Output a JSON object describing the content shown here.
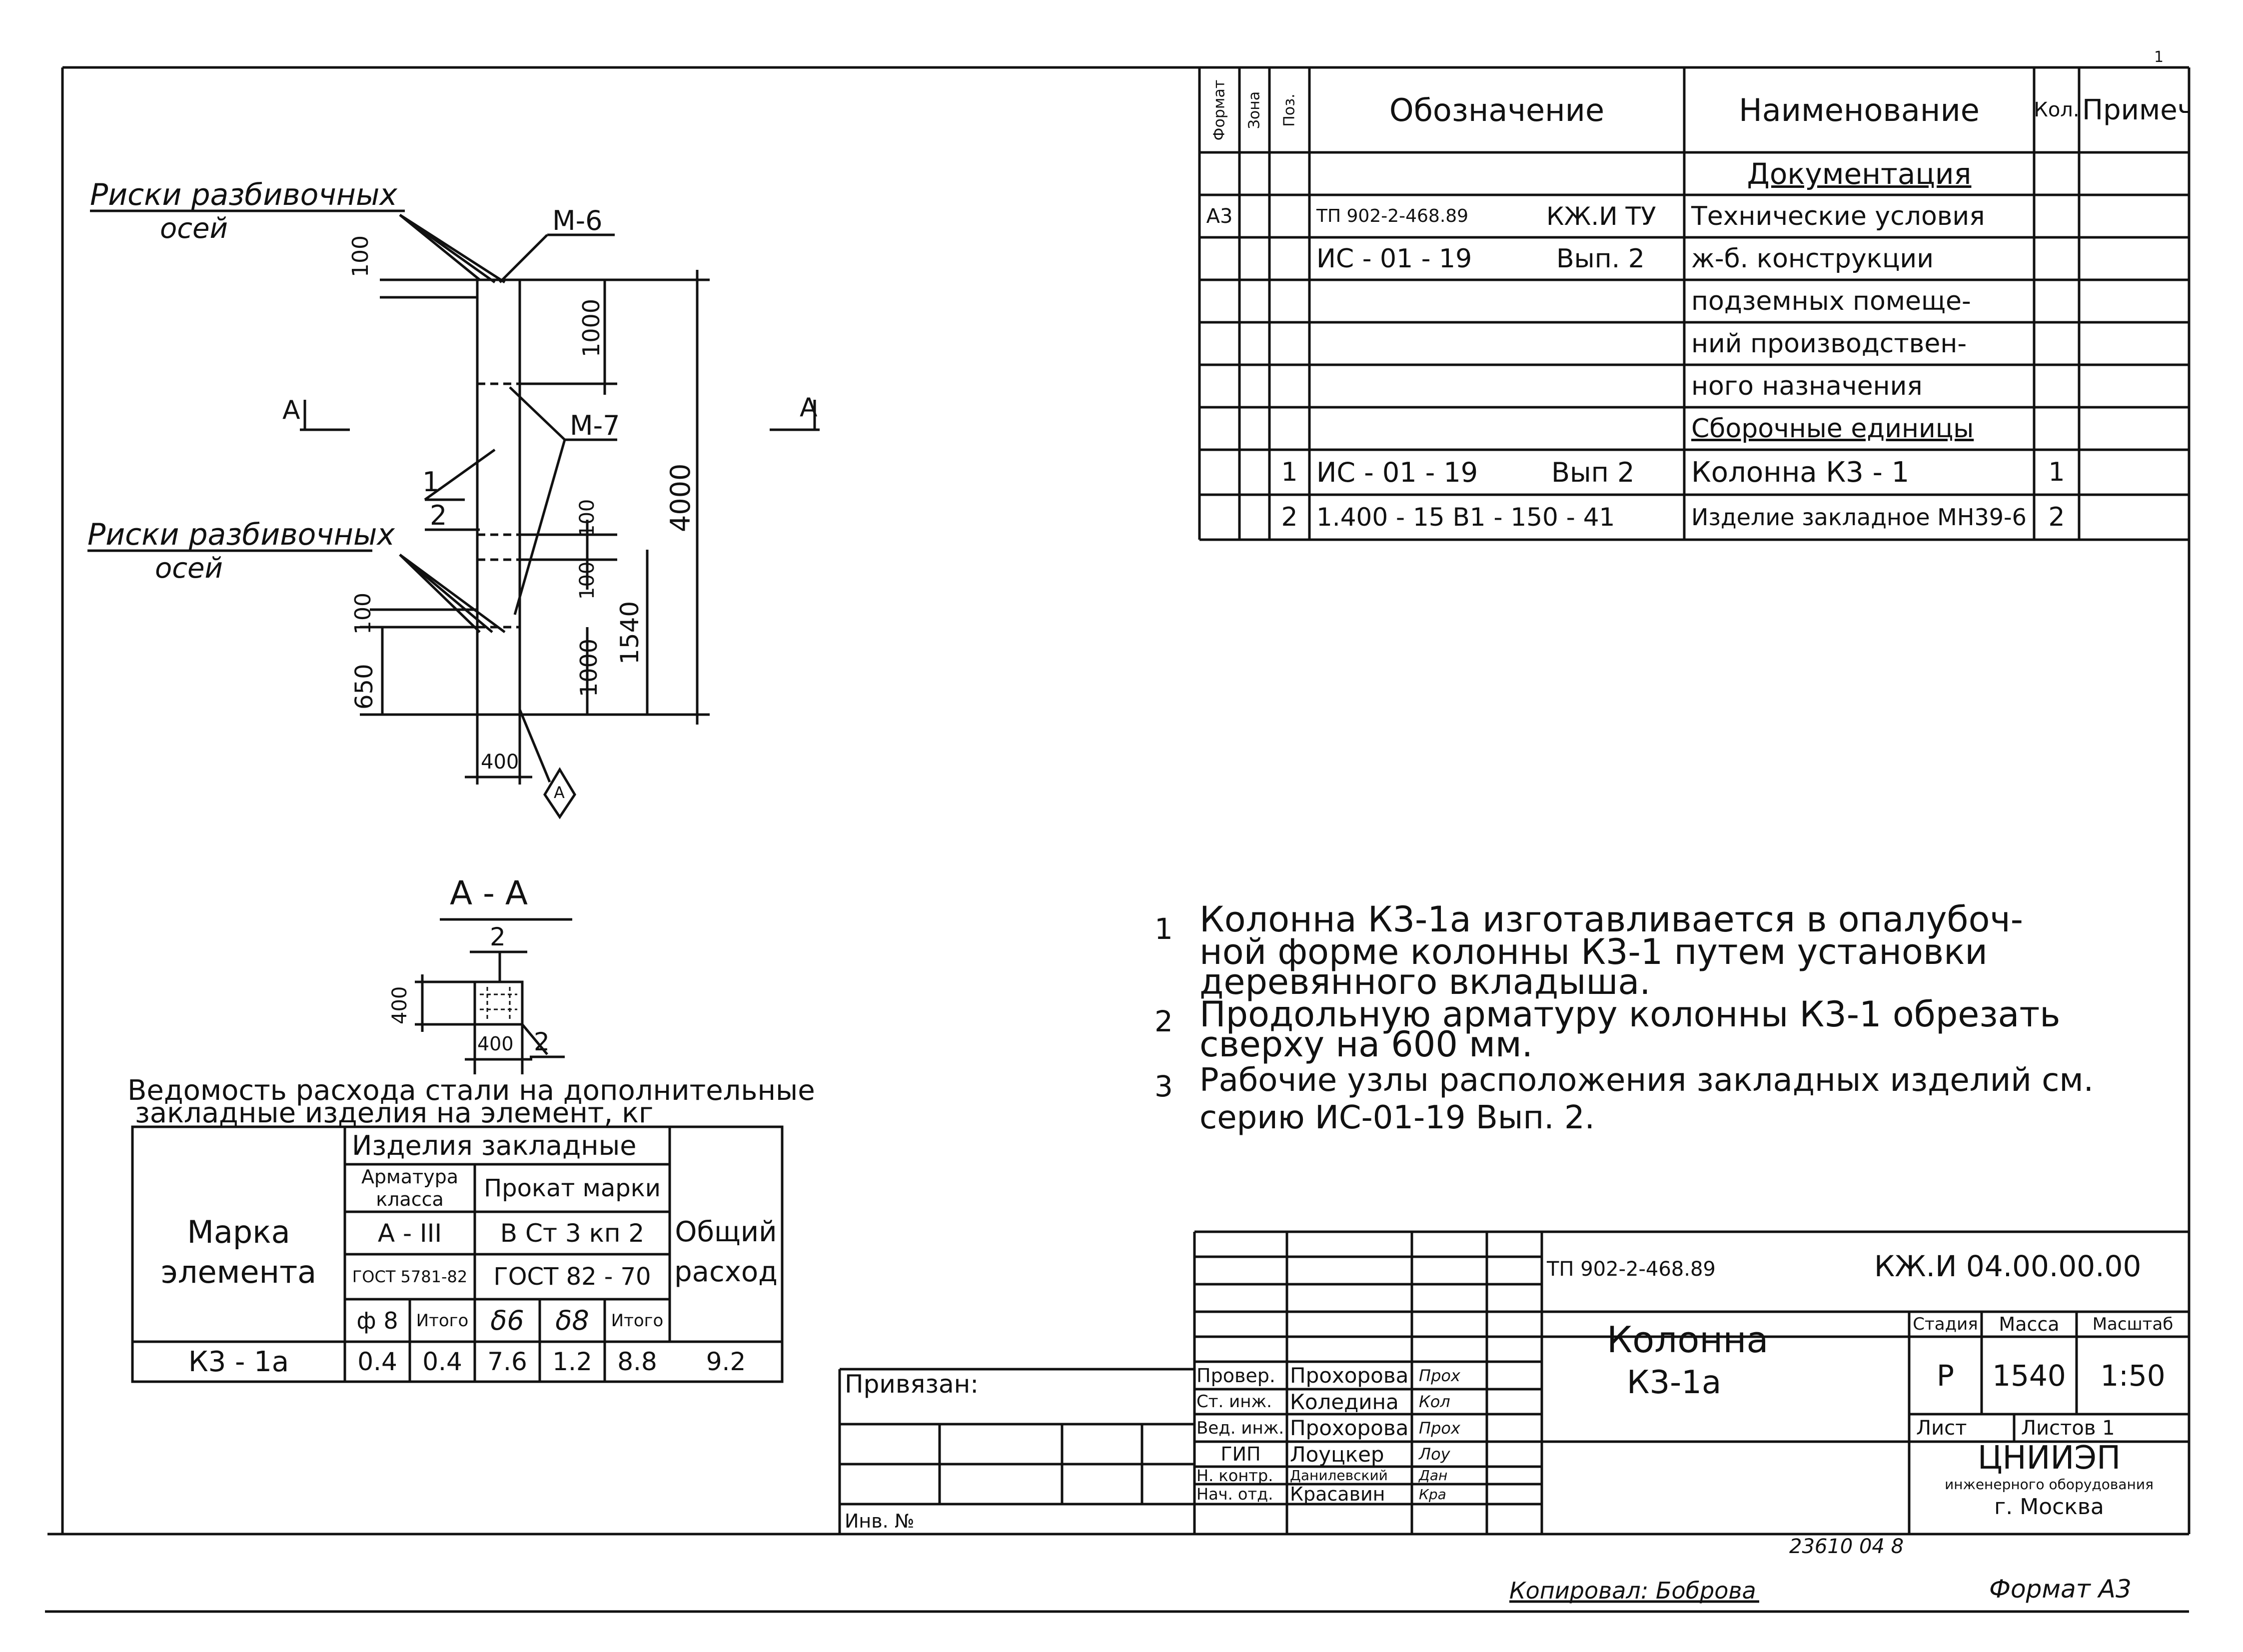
{
  "sheet_number_top": "1",
  "spec_table": {
    "headers": {
      "format": "Формат",
      "zone": "Зона",
      "pos": "Поз.",
      "designation": "Обозначение",
      "name": "Наименование",
      "qty": "Кол.",
      "note": "Примеч"
    },
    "rows": [
      {
        "format": "",
        "pos": "",
        "designation": "",
        "designation2": "",
        "name": "Документация",
        "qty": ""
      },
      {
        "format": "А3",
        "pos": "",
        "designation": "ТП 902-2-468.89",
        "designation2": "КЖ.И ТУ",
        "name": "Технические условия",
        "qty": ""
      },
      {
        "format": "",
        "pos": "",
        "designation": "ИС - 01 - 19",
        "designation2": "Вып. 2",
        "name": "ж-б. конструкции",
        "qty": ""
      },
      {
        "format": "",
        "pos": "",
        "designation": "",
        "designation2": "",
        "name": "подземных помеще-",
        "qty": ""
      },
      {
        "format": "",
        "pos": "",
        "designation": "",
        "designation2": "",
        "name": "ний производствен-",
        "qty": ""
      },
      {
        "format": "",
        "pos": "",
        "designation": "",
        "designation2": "",
        "name": "ного назначения",
        "qty": ""
      },
      {
        "format": "",
        "pos": "",
        "designation": "",
        "designation2": "",
        "name": "Сборочные единицы",
        "qty": ""
      },
      {
        "format": "",
        "pos": "1",
        "designation": "ИС - 01 - 19",
        "designation2": "Вып 2",
        "name": "Колонна   К3 - 1",
        "qty": "1"
      },
      {
        "format": "",
        "pos": "2",
        "designation": "1.400 - 15  В1 - 150 - 41",
        "designation2": "",
        "name": "Изделие закладное МН39-6",
        "qty": "2"
      }
    ]
  },
  "drawing": {
    "label_axes_top": "Риски разбивочных",
    "label_axes_top_2": "осей",
    "label_axes_mid": "Риски разбивочных",
    "label_axes_mid_2": "осей",
    "mark_m6": "М-6",
    "mark_m7": "М-7",
    "pos1": "1",
    "pos2": "2",
    "section_a_left": "А",
    "section_a_right": "А",
    "dim_100_top": "100",
    "dim_1000_top": "1000",
    "dim_4000": "4000",
    "dim_100_mid": "100",
    "dim_100_mid2": "100",
    "dim_1000_bot": "1000",
    "dim_1540": "1540",
    "dim_100_left": "100",
    "dim_650": "650",
    "dim_400_bottom": "400",
    "callout_a": "А",
    "section_title": "А - А",
    "section_pos": "2",
    "section_dim_400_v": "400",
    "section_dim_400_h": "400",
    "section_pos_right": "2"
  },
  "notes": [
    {
      "num": "1",
      "text": "Колонна К3-1а изготавливается в опалубоч-",
      "text2": "ной форме колонны  К3-1 путем установки",
      "text3": "деревянного вкладыша."
    },
    {
      "num": "2",
      "text": "Продольную арматуру колонны К3-1 обрезать",
      "text2": "сверху на 600 мм.",
      "text3": ""
    },
    {
      "num": "3",
      "text": "Рабочие узлы расположения закладных изделий см.",
      "text2": "серию ИС-01-19  Вып. 2.",
      "text3": ""
    }
  ],
  "steel_table": {
    "title": "Ведомость расхода стали на дополнительные",
    "title2": "закладные изделия на элемент, кг",
    "mark_header": "Марка",
    "mark_header2": "элемента",
    "embedded_header": "Изделия закладные",
    "rebar_class": "Арматура",
    "rebar_class2": "класса",
    "rolled_mark": "Прокат марки",
    "rebar_grade": "А - III",
    "rolled_grade": "В Ст 3 кп 2",
    "rebar_gost": "ГОСТ 5781-82",
    "rolled_gost": "ГОСТ 82 - 70",
    "col_d8": "ф 8",
    "col_total1": "Итого",
    "col_s6": "δ6",
    "col_s8": "δ8",
    "col_total2": "Итого",
    "total_header": "Общий",
    "total_header2": "расход",
    "row": {
      "mark": "К3 - 1а",
      "d8": "0.4",
      "total1": "0.4",
      "s6": "7.6",
      "s8": "1.2",
      "total2": "8.8",
      "total": "9.2"
    }
  },
  "title_block": {
    "binding": "Привязан:",
    "inv_no": "Инв. №",
    "doc_code": "ТП 902-2-468.89",
    "sheet_code": "КЖ.И 04.00.00.00",
    "object_name": "Колонна",
    "object_name2": "К3-1а",
    "stage_h": "Стадия",
    "mass_h": "Масса",
    "scale_h": "Масштаб",
    "stage": "Р",
    "mass": "1540",
    "scale": "1:50",
    "sheet_h": "Лист",
    "sheets_h": "Листов 1",
    "org": "ЦНИИЭП",
    "org2": "инженерного оборудования",
    "org3": "г. Москва",
    "roles": [
      {
        "role": "Провер.",
        "name": "Прохорова",
        "sign": "Прох"
      },
      {
        "role": "Ст. инж.",
        "name": "Коледина",
        "sign": "Кол"
      },
      {
        "role": "Вед. инж.",
        "name": "Прохорова",
        "sign": "Прох"
      },
      {
        "role": "ГИП",
        "name": "Лоуцкер",
        "sign": "Лоу"
      },
      {
        "role": "Н. контр.",
        "name": "Данилевский",
        "sign": "Дан"
      },
      {
        "role": "Нач. отд.",
        "name": "Красавин",
        "sign": "Кра"
      }
    ]
  },
  "footer": {
    "archive_no": "23610  04  8",
    "copied": "Копировал: Боброва",
    "format": "Формат  А3"
  }
}
